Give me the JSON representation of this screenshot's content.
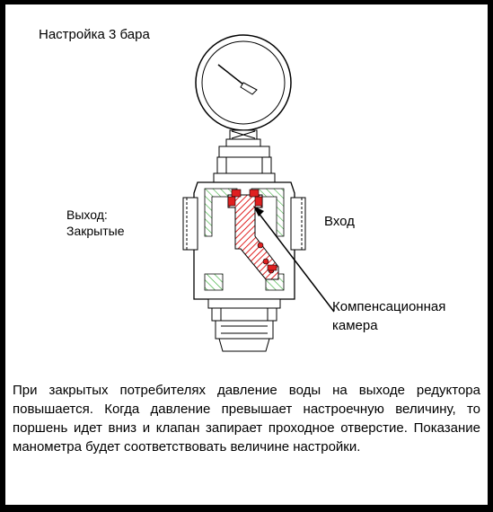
{
  "title": "Настройка 3 бара",
  "labels": {
    "outlet_line1": "Выход:",
    "outlet_line2": "Закрытые",
    "inlet": "Вход",
    "chamber_line1": "Компенсационная",
    "chamber_line2": "камера"
  },
  "description": "При закрытых потребителях давление воды на выходе редуктора повышается. Когда давление превышает настроечную величину, то поршень идет вниз и клапан запирает проходное отверстие. Показание манометра будет соответствовать величине настройки.",
  "colors": {
    "frame": "#000000",
    "panel": "#ffffff",
    "hatch_red": "#e02020",
    "hatch_green": "#33aa33",
    "line": "#000000"
  }
}
